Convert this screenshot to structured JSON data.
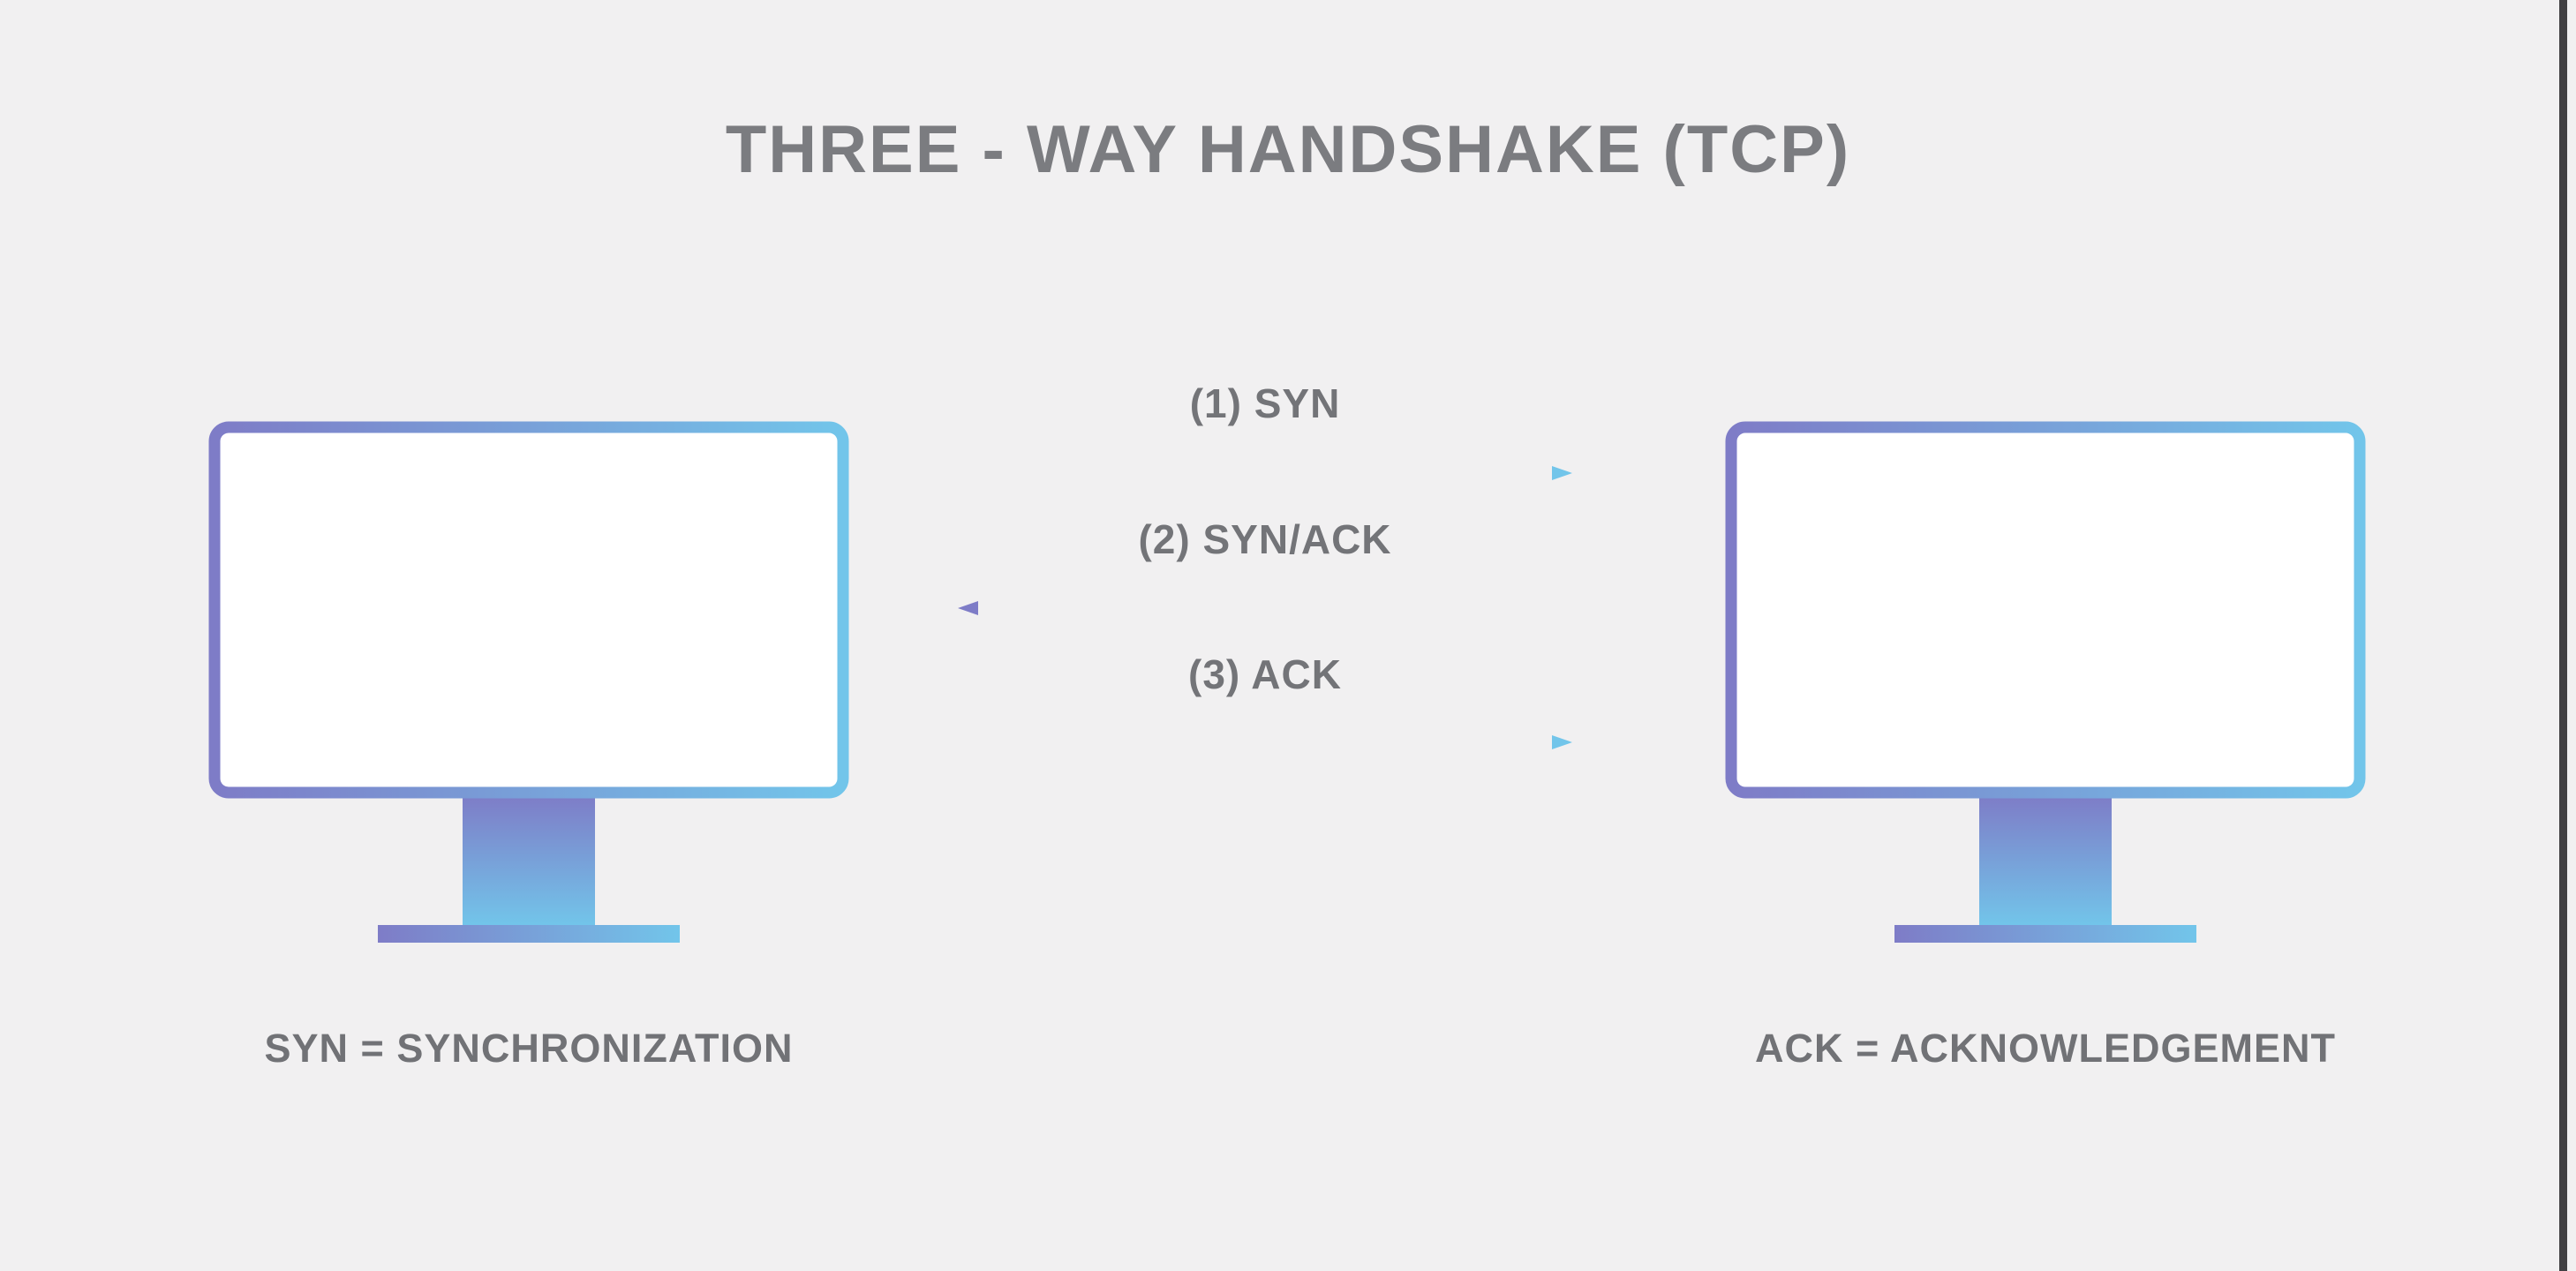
{
  "title": "THREE - WAY HANDSHAKE (TCP)",
  "diagram": {
    "type": "sequence-diagram",
    "steps": [
      {
        "label": "(1) SYN",
        "direction": "right"
      },
      {
        "label": "(2) SYN/ACK",
        "direction": "left"
      },
      {
        "label": "(3) ACK",
        "direction": "right"
      }
    ],
    "legend_left": "SYN = SYNCHRONIZATION",
    "legend_right": "ACK = ACKNOWLEDGEMENT"
  },
  "colors": {
    "background": "#f1f0f1",
    "title_text": "#7b7c80",
    "label_text": "#717276",
    "gradient_start": "#7e7cc7",
    "gradient_end": "#72c5ea"
  }
}
